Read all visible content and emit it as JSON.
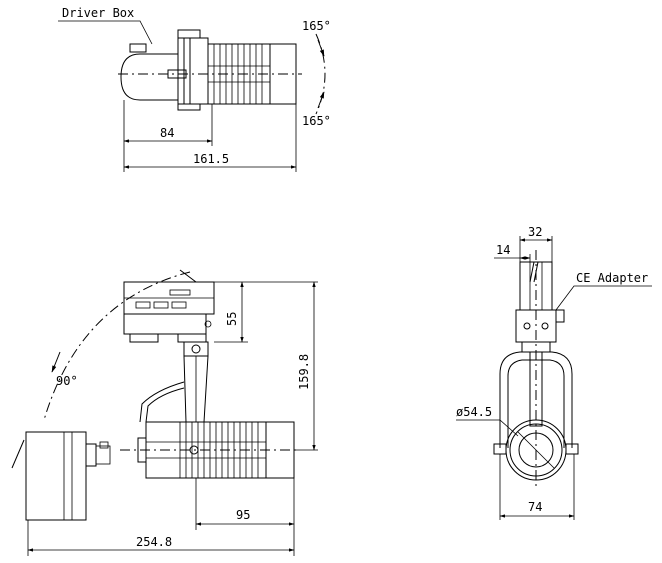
{
  "labels": {
    "driver_box": "Driver Box",
    "angle_top_upper": "165°",
    "angle_top_lower": "165°",
    "dim_84": "84",
    "dim_161_5": "161.5",
    "dim_55": "55",
    "dim_159_8": "159.8",
    "angle_90": "90°",
    "dim_95": "95",
    "dim_254_8": "254.8",
    "dim_32": "32",
    "dim_14": "14",
    "ce_adapter": "CE Adapter",
    "dia_54_5": "ø54.5",
    "dim_74": "74"
  }
}
